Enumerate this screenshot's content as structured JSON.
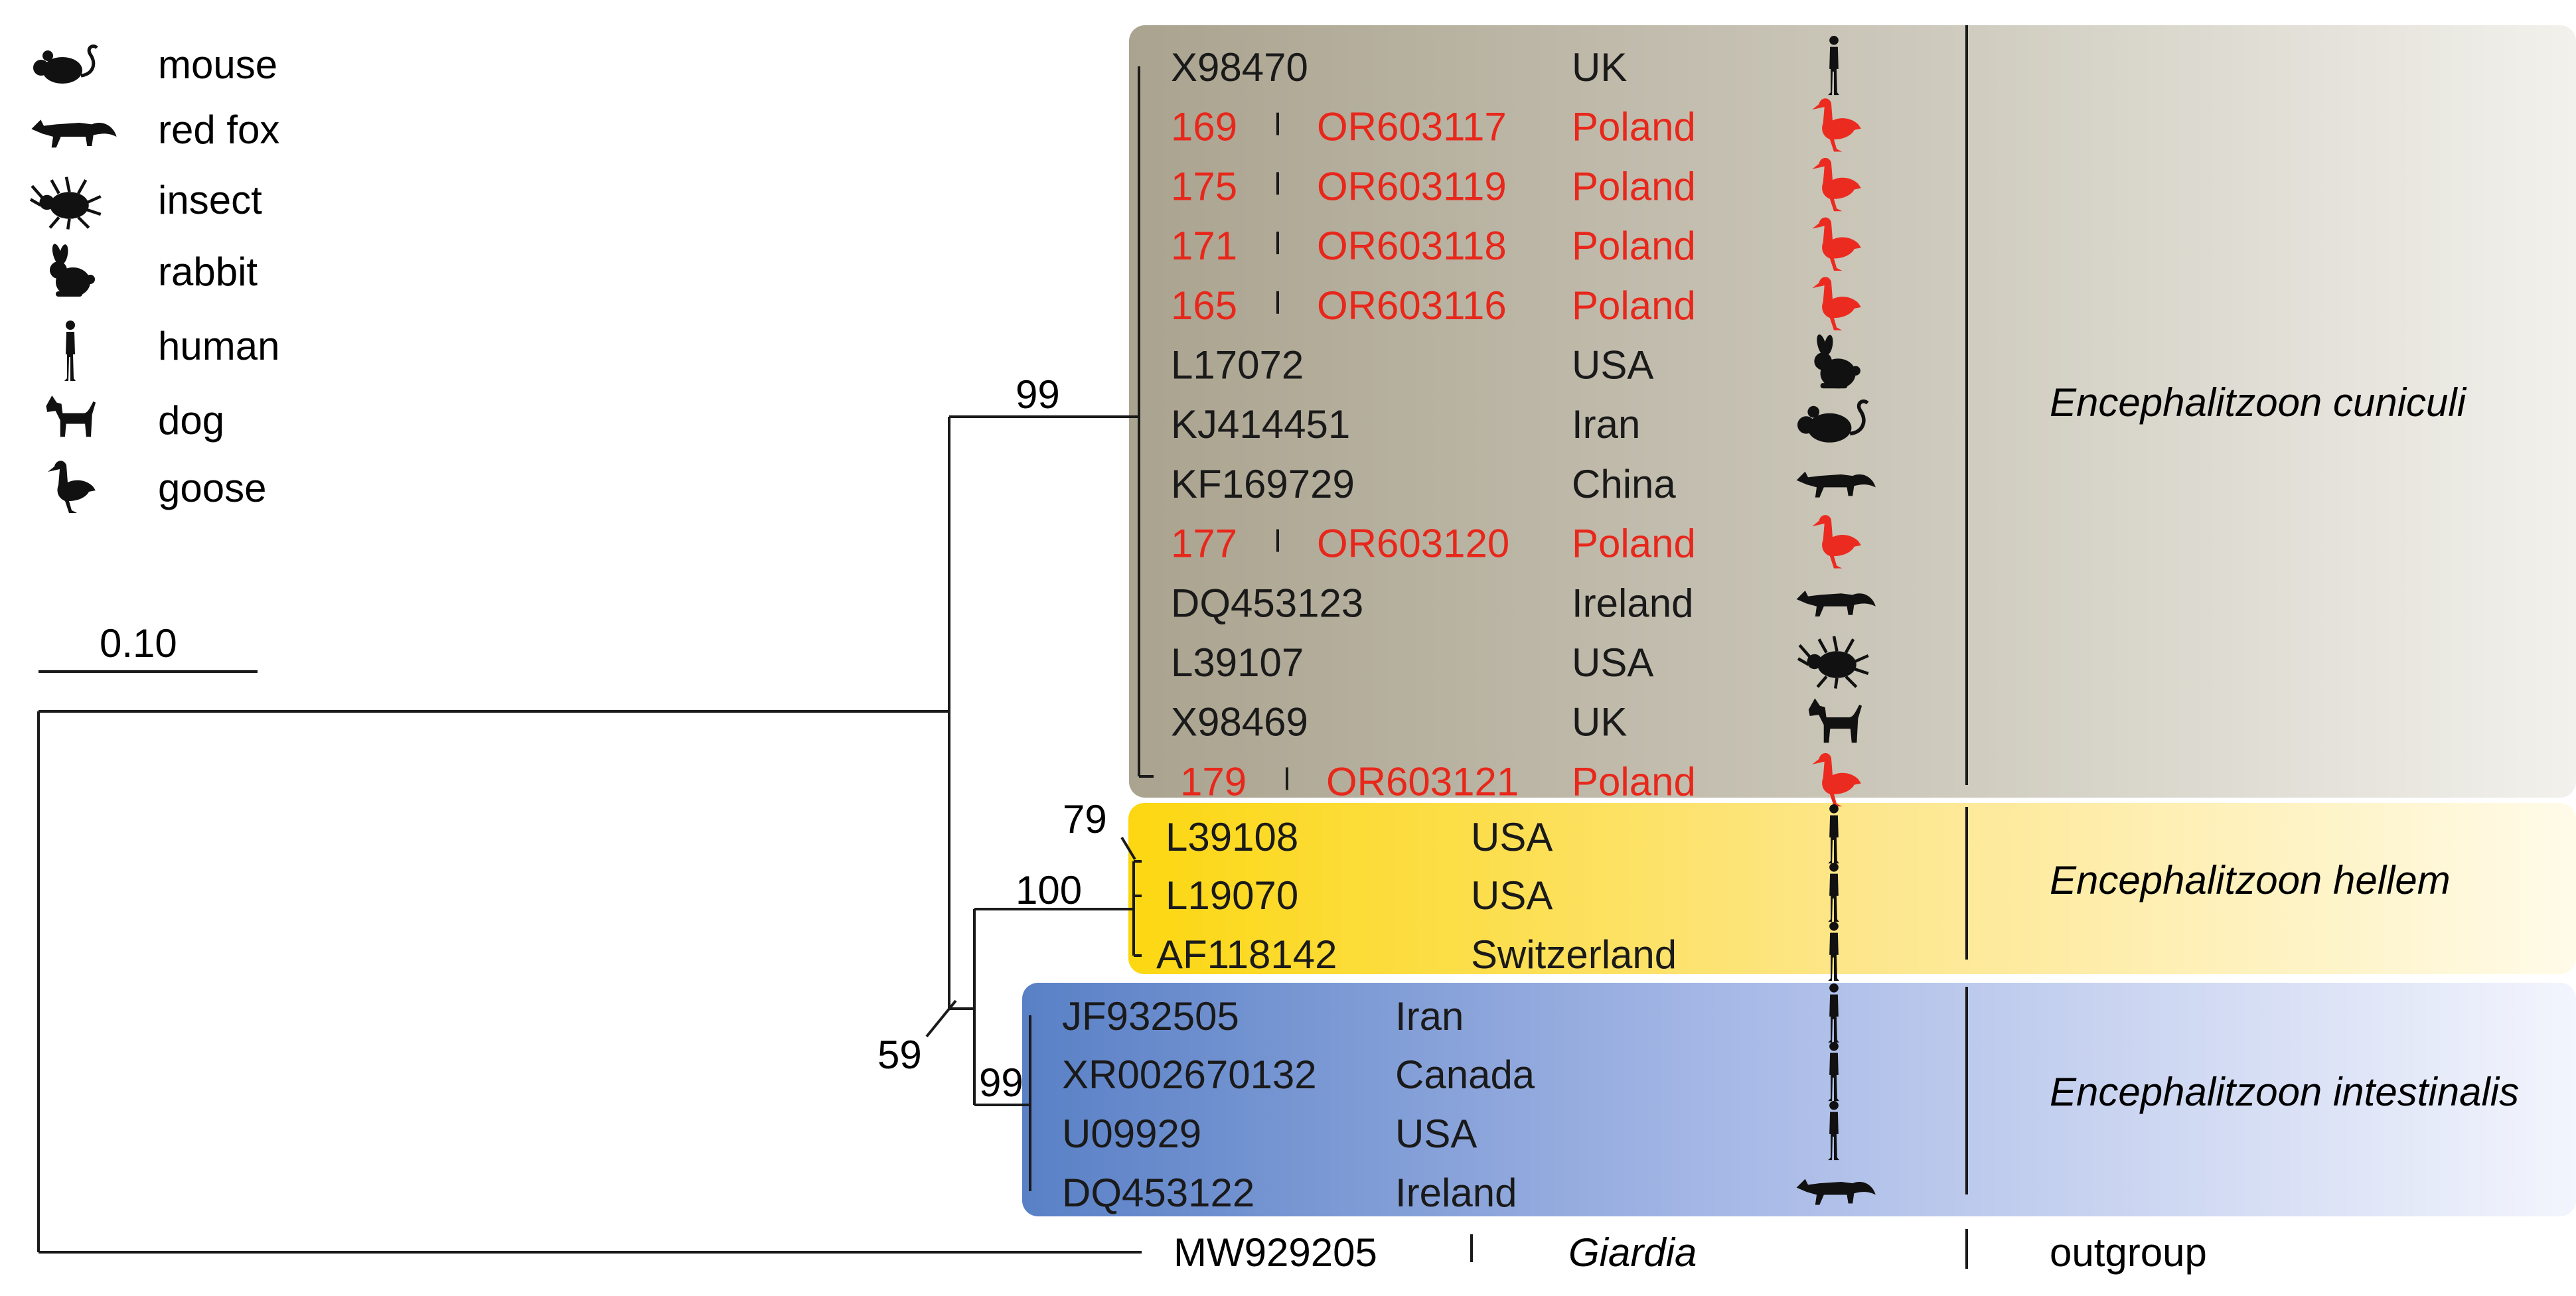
{
  "legend": [
    {
      "icon": "mouse-icon",
      "label": "mouse"
    },
    {
      "icon": "red-fox-icon",
      "label": "red fox"
    },
    {
      "icon": "insect-icon",
      "label": "insect"
    },
    {
      "icon": "rabbit-icon",
      "label": "rabbit"
    },
    {
      "icon": "human-icon",
      "label": "human"
    },
    {
      "icon": "dog-icon",
      "label": "dog"
    },
    {
      "icon": "goose-icon",
      "label": "goose"
    }
  ],
  "scale_bar": {
    "label": "0.10"
  },
  "bootstrap": {
    "cuniculi": "99",
    "hellem_inner": "79",
    "hellem": "100",
    "root_inner": "59",
    "intestinalis": "99"
  },
  "colors": {
    "cuniculi": "#aca592",
    "hellem": "#fcd81c",
    "intestinalis": "#5b84c7",
    "highlight_text": "#e8271b",
    "icon_highlight": "#ec2b20",
    "icon_default": "#111111",
    "tree_line": "#1a1a1a"
  },
  "clades": {
    "cuniculi": {
      "species": "Encephalitzoon cuniculi",
      "rows": [
        {
          "id": "",
          "accession": "X98470",
          "country": "UK",
          "host": "human-icon",
          "highlight": false
        },
        {
          "id": "169",
          "accession": "OR603117",
          "country": "Poland",
          "host": "goose-icon",
          "highlight": true
        },
        {
          "id": "175",
          "accession": "OR603119",
          "country": "Poland",
          "host": "goose-icon",
          "highlight": true
        },
        {
          "id": "171",
          "accession": "OR603118",
          "country": "Poland",
          "host": "goose-icon",
          "highlight": true
        },
        {
          "id": "165",
          "accession": "OR603116",
          "country": "Poland",
          "host": "goose-icon",
          "highlight": true
        },
        {
          "id": "",
          "accession": "L17072",
          "country": "USA",
          "host": "rabbit-icon",
          "highlight": false
        },
        {
          "id": "",
          "accession": "KJ414451",
          "country": "Iran",
          "host": "mouse-icon",
          "highlight": false
        },
        {
          "id": "",
          "accession": "KF169729",
          "country": "China",
          "host": "red-fox-icon",
          "highlight": false
        },
        {
          "id": "177",
          "accession": "OR603120",
          "country": "Poland",
          "host": "goose-icon",
          "highlight": true
        },
        {
          "id": "",
          "accession": "DQ453123",
          "country": "Ireland",
          "host": "red-fox-icon",
          "highlight": false
        },
        {
          "id": "",
          "accession": "L39107",
          "country": "USA",
          "host": "insect-icon",
          "highlight": false
        },
        {
          "id": "",
          "accession": "X98469",
          "country": "UK",
          "host": "dog-icon",
          "highlight": false
        },
        {
          "id": "179",
          "accession": "OR603121",
          "country": "Poland",
          "host": "goose-icon",
          "highlight": true
        }
      ]
    },
    "hellem": {
      "species": "Encephalitzoon hellem",
      "rows": [
        {
          "accession": "L39108",
          "country": "USA",
          "host": "human-icon"
        },
        {
          "accession": "L19070",
          "country": "USA",
          "host": "human-icon"
        },
        {
          "accession": "AF118142",
          "country": "Switzerland",
          "host": "human-icon"
        }
      ]
    },
    "intestinalis": {
      "species": "Encephalitzoon intestinalis",
      "rows": [
        {
          "accession": "JF932505",
          "country": "Iran",
          "host": "human-icon"
        },
        {
          "accession": "XR002670132",
          "country": "Canada",
          "host": "human-icon"
        },
        {
          "accession": "U09929",
          "country": "USA",
          "host": "human-icon"
        },
        {
          "accession": "DQ453122",
          "country": "Ireland",
          "host": "red-fox-icon"
        }
      ]
    },
    "outgroup": {
      "accession": "MW929205",
      "genus": "Giardia",
      "label": "outgroup"
    }
  }
}
